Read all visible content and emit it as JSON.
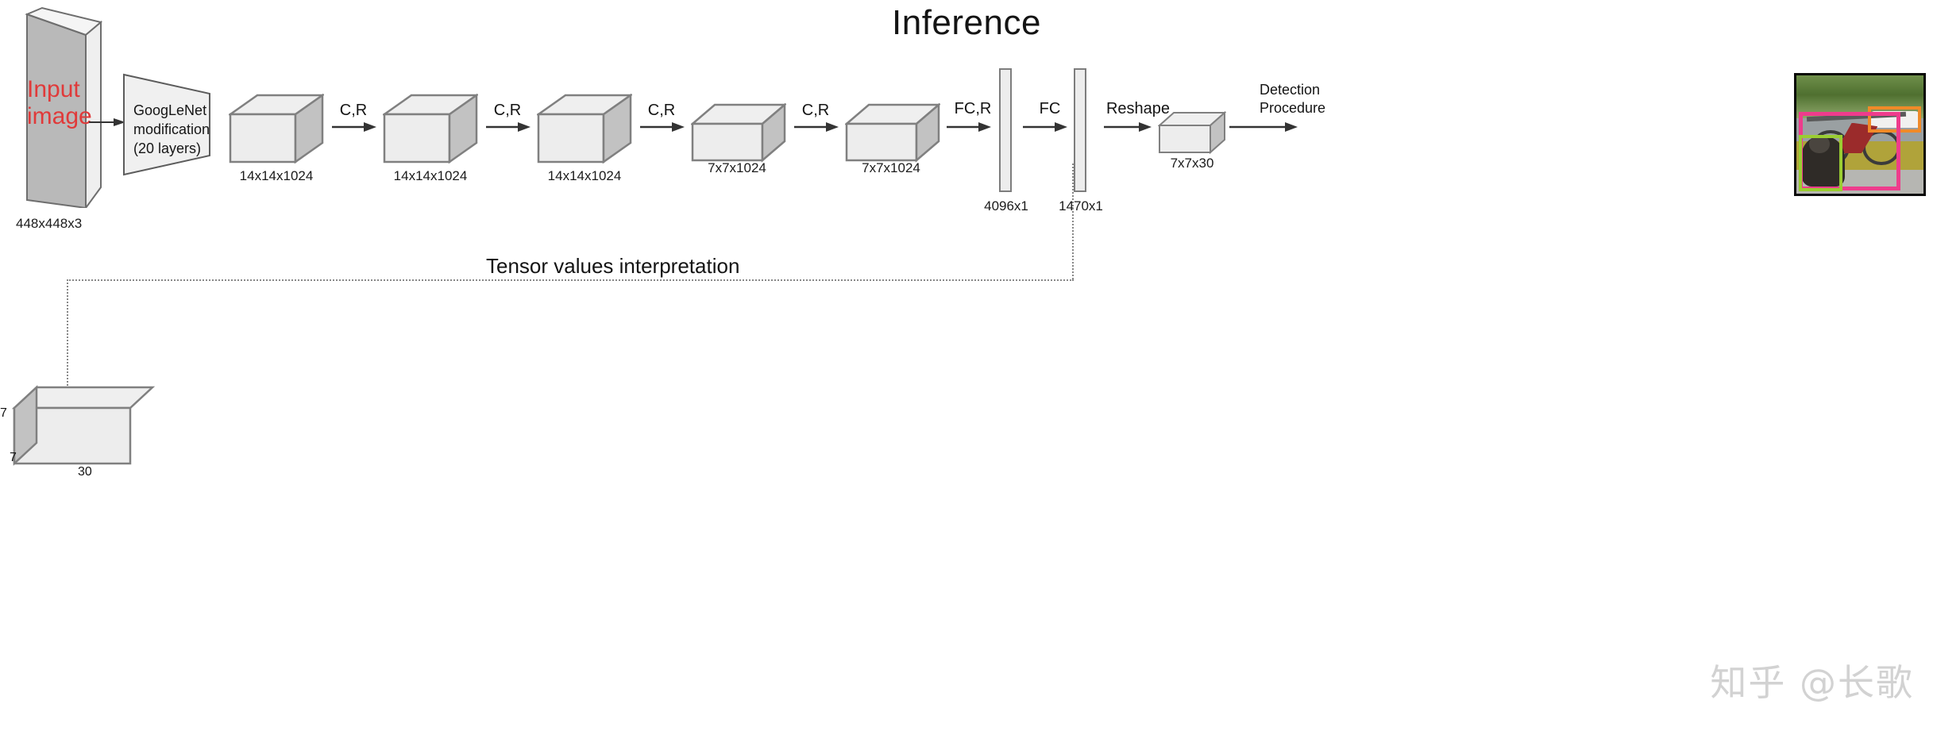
{
  "title": "Inference",
  "input": {
    "label_line1": "Input",
    "label_line2": "image",
    "dim": "448x448x3",
    "text_color": "#e03a3a"
  },
  "backbone": {
    "line1": "GoogLeNet",
    "line2": "modification",
    "line3": "(20 layers)"
  },
  "stages": [
    {
      "name": "conv-block-1",
      "dim": "14x14x1024",
      "op_in": ""
    },
    {
      "name": "conv-block-2",
      "dim": "14x14x1024",
      "op_in": "C,R"
    },
    {
      "name": "conv-block-3",
      "dim": "14x14x1024",
      "op_in": "C,R"
    },
    {
      "name": "conv-block-4",
      "dim": "7x7x1024",
      "op_in": "C,R"
    },
    {
      "name": "conv-block-5",
      "dim": "7x7x1024",
      "op_in": "C,R"
    }
  ],
  "fc_layers": [
    {
      "name": "fc-4096",
      "dim": "4096x1",
      "op_in": "FC,R"
    },
    {
      "name": "fc-1470",
      "dim": "1470x1",
      "op_in": "FC"
    }
  ],
  "reshape": {
    "op": "Reshape",
    "dim": "7x7x30"
  },
  "detection": {
    "label_line1": "Detection",
    "label_line2": "Procedure",
    "boxes": [
      {
        "class": "car",
        "color": "#f08a28"
      },
      {
        "class": "bicycle",
        "color": "#ee3c8c"
      },
      {
        "class": "dog",
        "color": "#9acd32"
      }
    ]
  },
  "interpretation": {
    "heading": "Tensor values interpretation",
    "tensor": {
      "depth_label": "7",
      "height_label": "7",
      "width_label": "30"
    }
  },
  "watermark": "知乎 @长歌",
  "colors": {
    "cube_front": "#ededed",
    "cube_side": "#c2c2c2",
    "cube_top": "#efefef",
    "stroke": "#808080",
    "slab_front": "#b9b9b9",
    "slab_edge": "#ededed",
    "dark_stroke": "#4d4d4d",
    "accent_red": "#e03a3a"
  }
}
